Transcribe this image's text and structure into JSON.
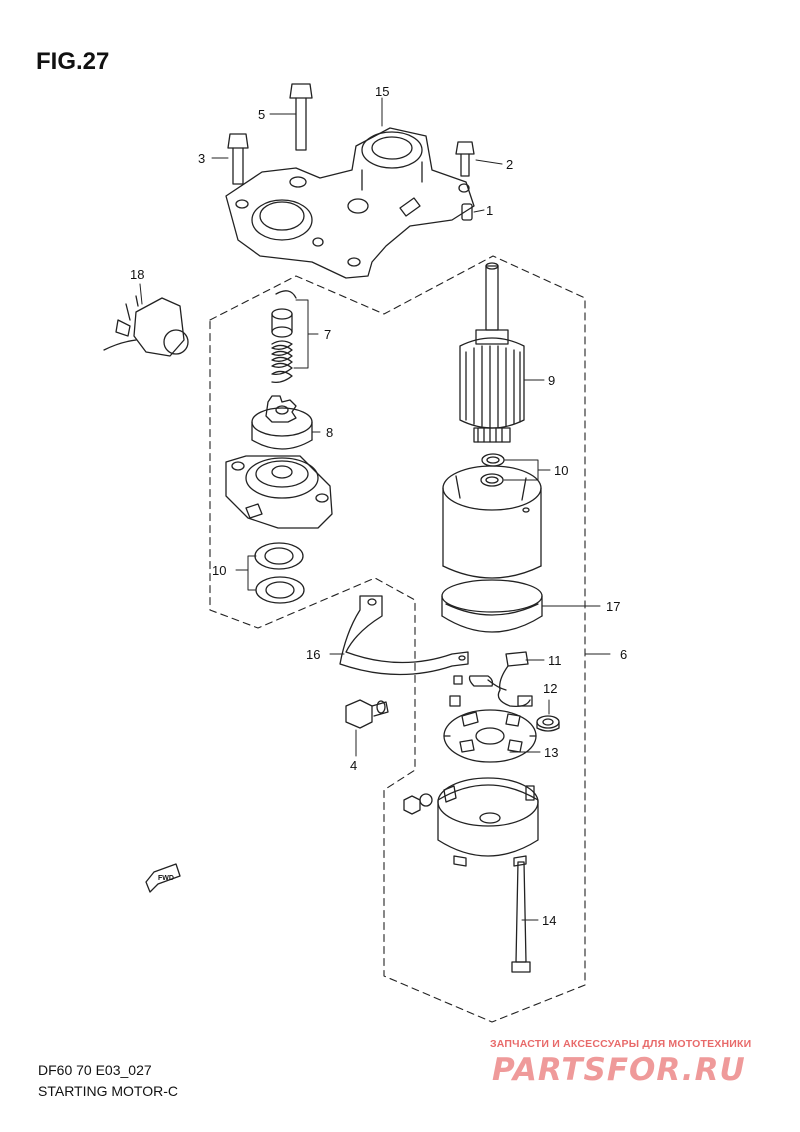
{
  "figure": {
    "title": "FIG.27",
    "model_code": "DF60 70 E03_027",
    "caption": "STARTING MOTOR-C"
  },
  "callouts": [
    "1",
    "2",
    "3",
    "4",
    "5",
    "6",
    "7",
    "8",
    "9",
    "10",
    "10",
    "11",
    "12",
    "13",
    "14",
    "15",
    "16",
    "17",
    "18"
  ],
  "fwd_label": "FWD",
  "watermark": {
    "tagline": "ЗАПЧАСТИ И АКСЕССУАРЫ ДЛЯ МОТОТЕХНИКИ",
    "brand": "PARTSFOR.RU"
  }
}
